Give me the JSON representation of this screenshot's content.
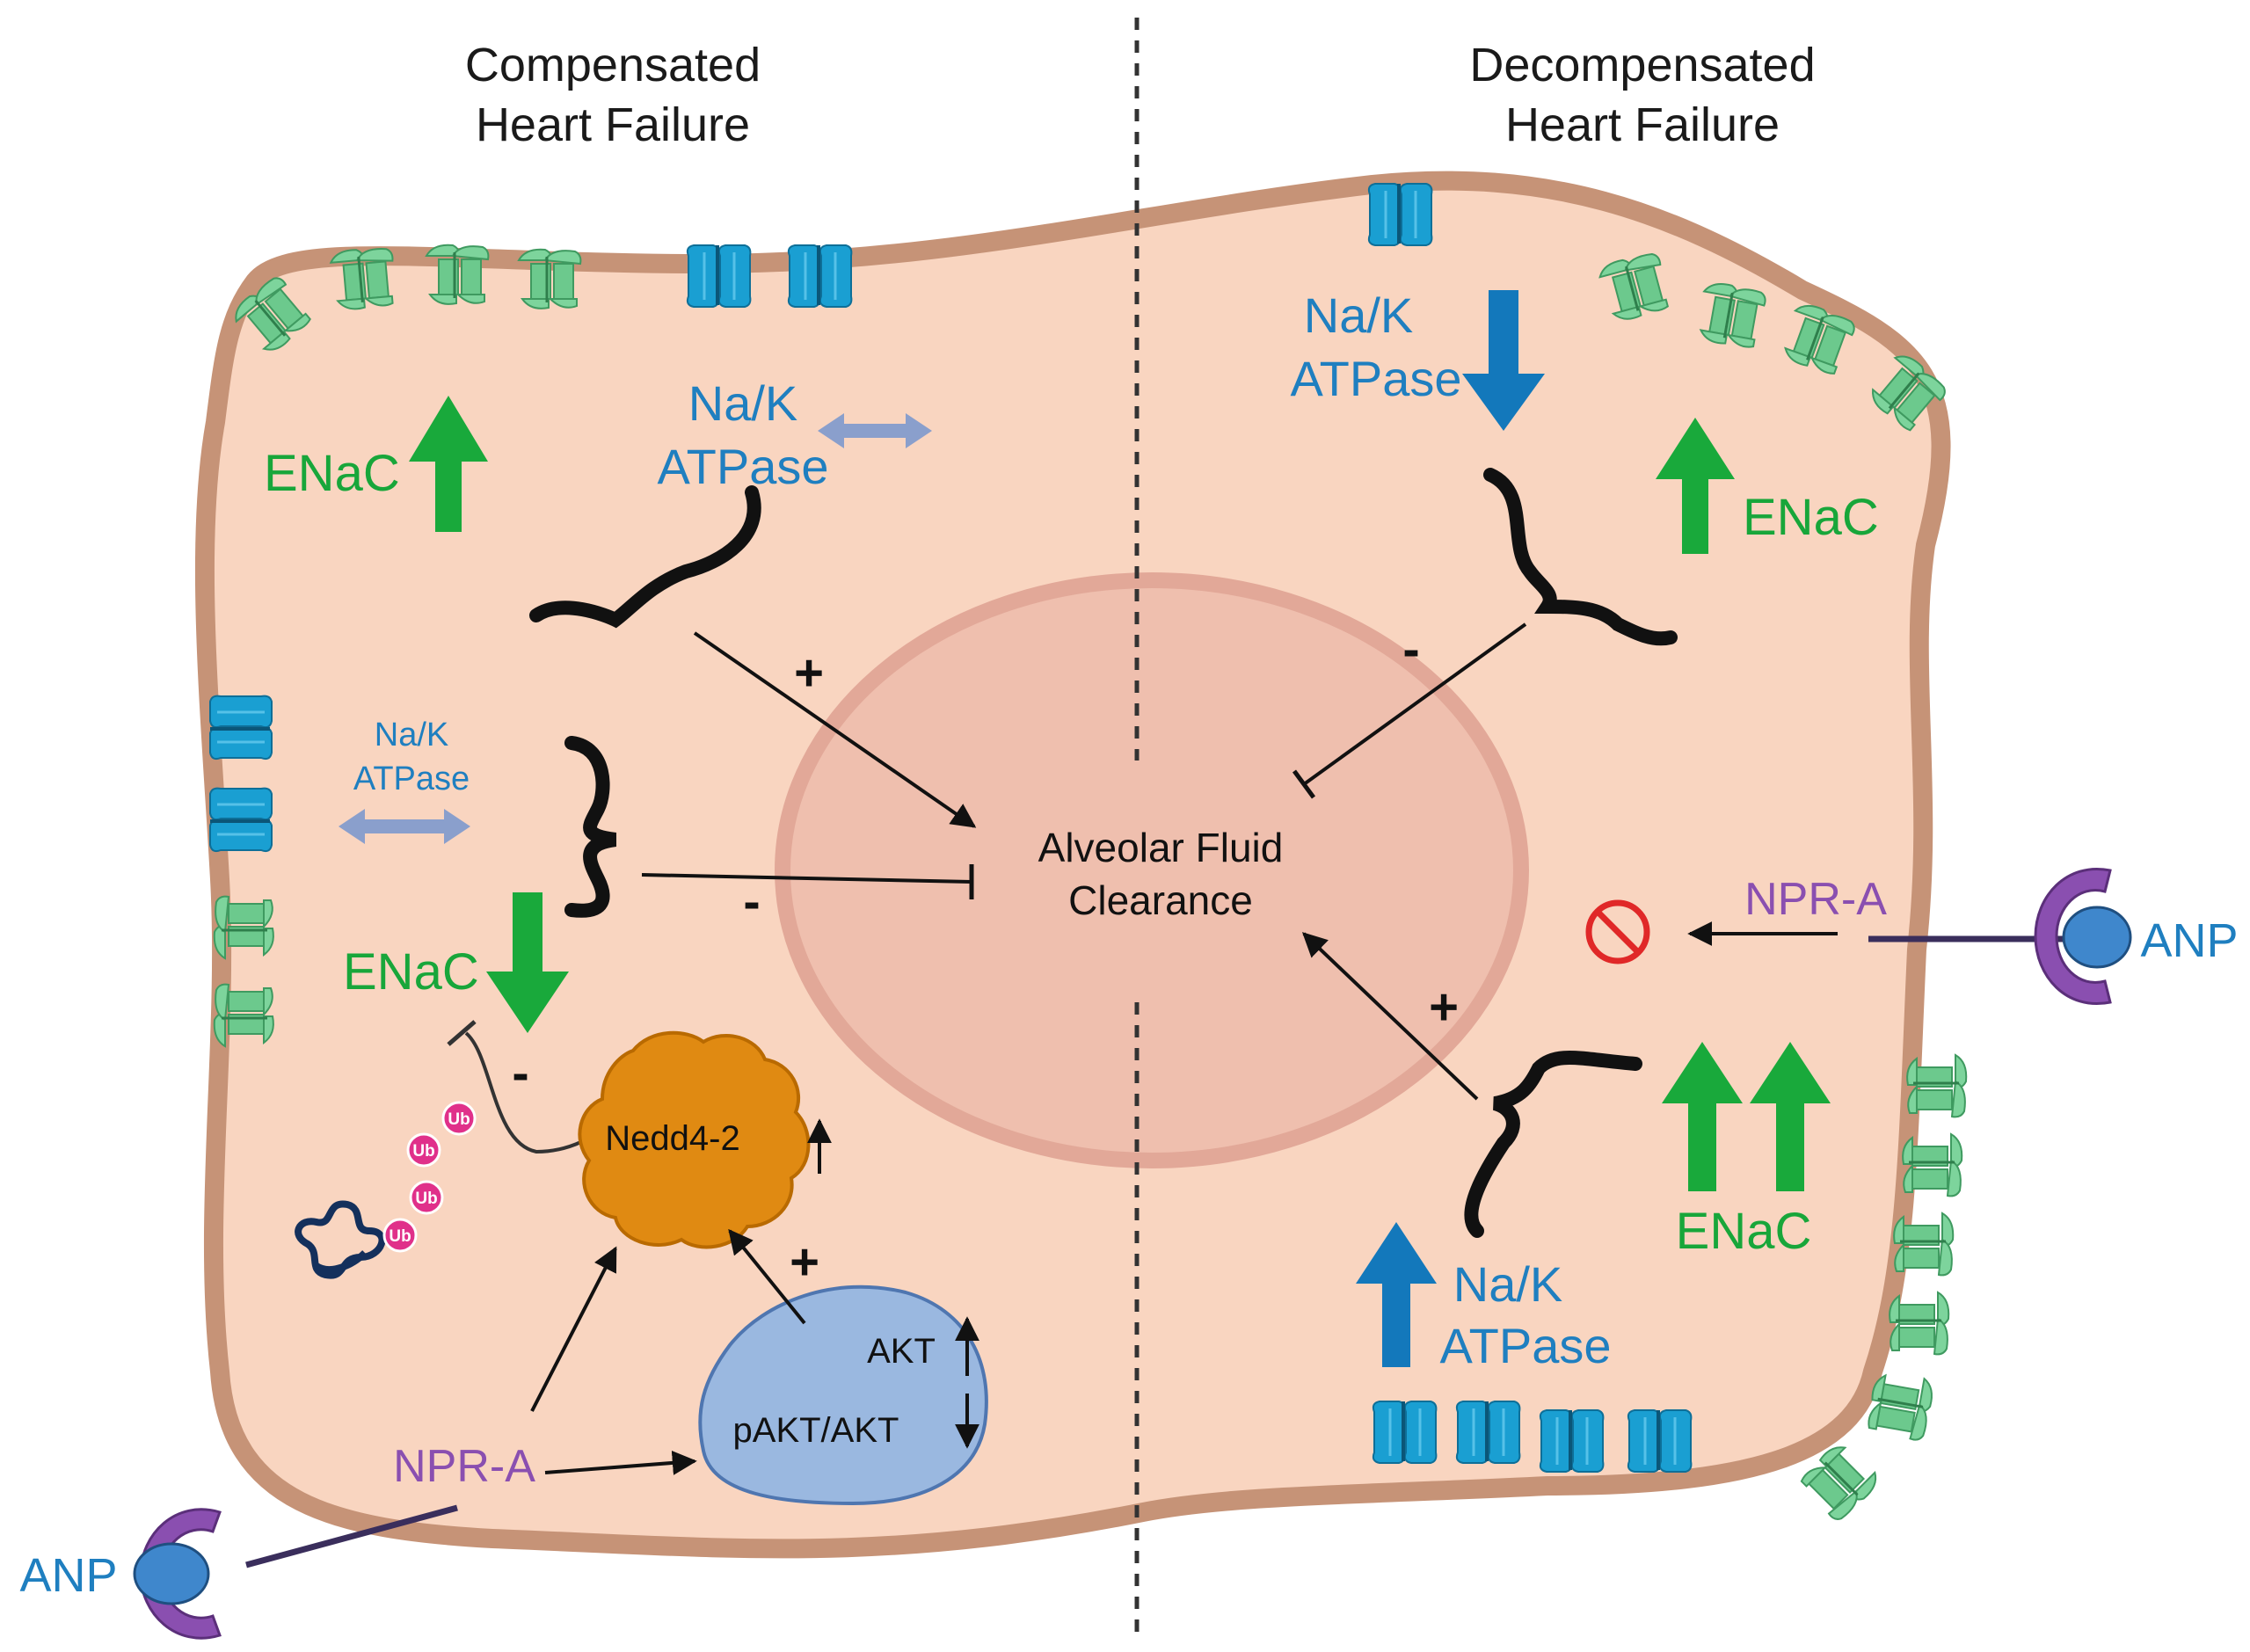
{
  "titles": {
    "left": [
      "Compensated",
      "Heart Failure"
    ],
    "right": [
      "Decompensated",
      "Heart Failure"
    ]
  },
  "labels": {
    "enac": "ENaC",
    "na_k": "Na/K",
    "atpase": "ATPase",
    "afc_line1": "Alveolar Fluid",
    "afc_line2": "Clearance",
    "nedd": "Nedd4-2",
    "akt": "AKT",
    "pakt": "pAKT/AKT",
    "npra": "NPR-A",
    "anp": "ANP",
    "ub": "Ub",
    "plus": "+",
    "minus": "-"
  },
  "colors": {
    "cell_fill": "#f9d5c0",
    "membrane": "#c69377",
    "nucleus": "#efbfae",
    "enac_green": "#6cc98d",
    "enac_arrow": "#19a93b",
    "na_k_blue": "#1a9fd2",
    "na_k_arrow": "#1378bb",
    "neutral_arrow": "#8a9fcc",
    "nedd_orange": "#e08a12",
    "akt_blue": "#9ab8e0",
    "ubiquitin": "#e0308a",
    "npra_purple": "#8a4fb0",
    "anp_blue": "#3f87cc",
    "no_symbol": "#e02828"
  },
  "icons": [
    "enac-channel-icon",
    "na-k-atpase-pump-icon",
    "ubiquitin-chain-icon",
    "protein-coil-icon",
    "no-entry-icon",
    "npr-a-receptor-icon",
    "anp-ligand-icon"
  ]
}
